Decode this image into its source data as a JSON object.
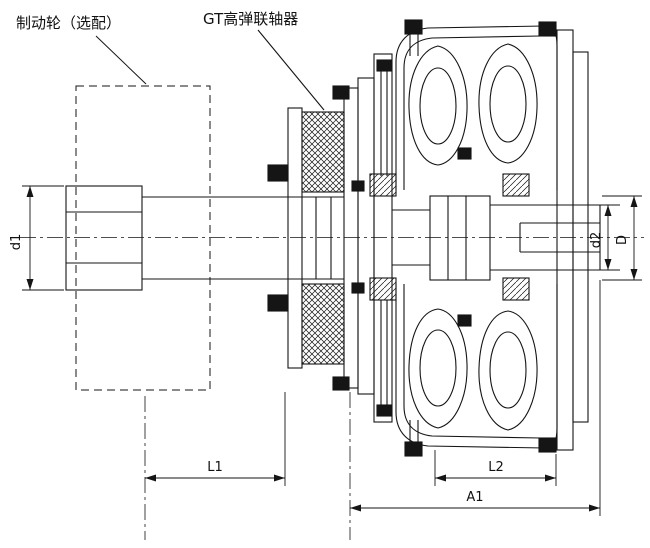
{
  "figure": {
    "background": "#ffffff",
    "line_color": "#151515",
    "labels": {
      "brake_wheel": "制动轮（选配）",
      "gt_coupling": "GT高弹联轴器"
    },
    "dimensions": {
      "d1": "d1",
      "d2": "d2",
      "D": "D",
      "L1": "L1",
      "L2": "L2",
      "A1": "A1"
    }
  }
}
